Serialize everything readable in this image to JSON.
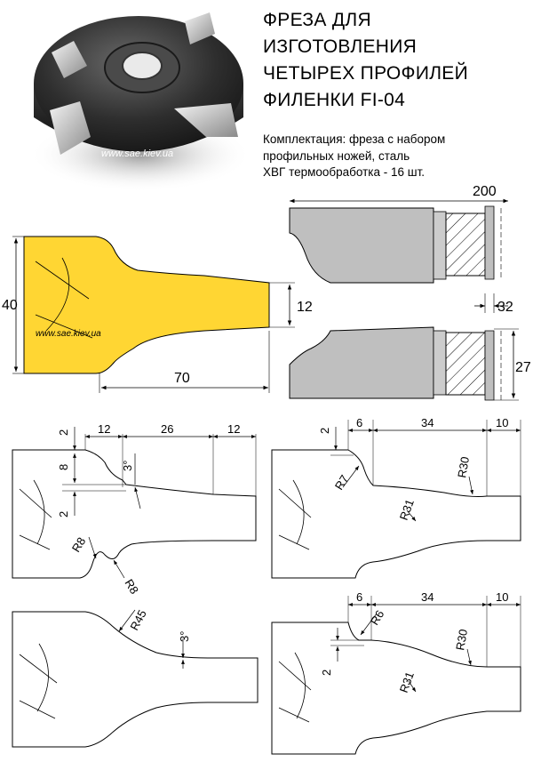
{
  "title": {
    "line1": "ФРЕЗА ДЛЯ",
    "line2": "ИЗГОТОВЛЕНИЯ",
    "line3": "ЧЕТЫРЕХ ПРОФИЛЕЙ",
    "line4": "ФИЛЕНКИ FI-04"
  },
  "description": {
    "line1": "Комплектация: фреза с набором",
    "line2": "профильных ножей, сталь",
    "line3": "ХВГ термообработка - 16 шт."
  },
  "watermark": "www.sae.kiev.ua",
  "colors": {
    "profile_fill": "#ffd633",
    "grey_fill": "#bfbfbf",
    "line": "#000000",
    "dim_line": "#333333"
  },
  "dims": {
    "yellow": {
      "height": "40",
      "neck": "12",
      "length": "70"
    },
    "assembly": {
      "diameter": "200",
      "bore": "32",
      "thickness": "27"
    },
    "profile1": {
      "h2": "2",
      "w12a": "12",
      "w26": "26",
      "w12b": "12",
      "h8": "8",
      "h2b": "2",
      "angle": "3°",
      "r1": "R8",
      "r2": "R8"
    },
    "profile2": {
      "h2": "2",
      "w6": "6",
      "w34": "34",
      "w10": "10",
      "r7": "R7",
      "r30": "R30",
      "r31": "R31"
    },
    "profile3": {
      "r45": "R45",
      "angle": "3°"
    },
    "profile4": {
      "w6": "6",
      "w34": "34",
      "w10": "10",
      "r6": "R6",
      "r30": "R30",
      "h2": "2",
      "r31": "R31"
    }
  }
}
